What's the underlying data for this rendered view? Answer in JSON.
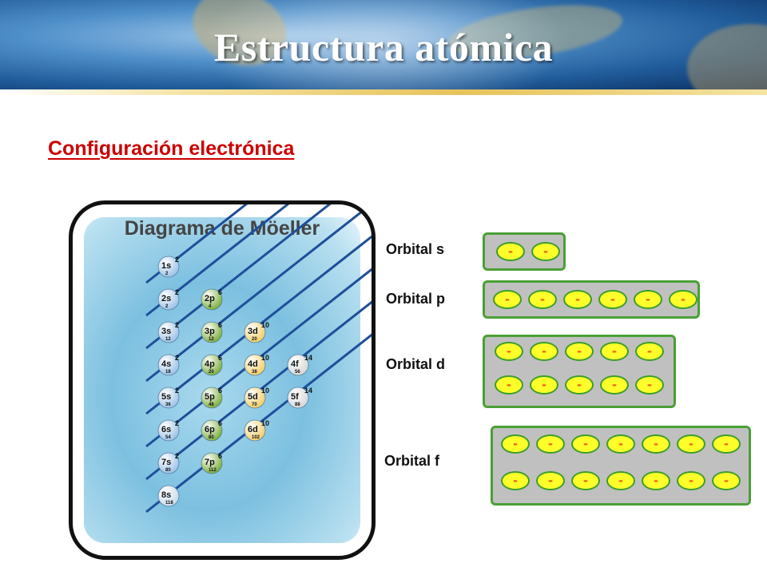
{
  "header": {
    "title": "Estructura atómica"
  },
  "subtitle": "Configuración electrónica",
  "moeller": {
    "title": "Diagrama de Möeller",
    "rows": [
      [
        {
          "orb": "1s",
          "sup": "2",
          "num": "2",
          "color": "#9fc4e8"
        }
      ],
      [
        {
          "orb": "2s",
          "sup": "2",
          "num": "2",
          "color": "#9fc4e8"
        },
        {
          "orb": "2p",
          "sup": "6",
          "num": "4",
          "color": "#7fb040"
        }
      ],
      [
        {
          "orb": "3s",
          "sup": "2",
          "num": "12",
          "color": "#9fc4e8"
        },
        {
          "orb": "3p",
          "sup": "6",
          "num": "12",
          "color": "#7fb040"
        },
        {
          "orb": "3d",
          "sup": "10",
          "num": "20",
          "color": "#f2cf6a"
        }
      ],
      [
        {
          "orb": "4s",
          "sup": "2",
          "num": "18",
          "color": "#9fc4e8"
        },
        {
          "orb": "4p",
          "sup": "6",
          "num": "20",
          "color": "#7fb040"
        },
        {
          "orb": "4d",
          "sup": "10",
          "num": "38",
          "color": "#f2cf6a"
        },
        {
          "orb": "4f",
          "sup": "14",
          "num": "56",
          "color": "#d8d8d8"
        }
      ],
      [
        {
          "orb": "5s",
          "sup": "2",
          "num": "36",
          "color": "#9fc4e8"
        },
        {
          "orb": "5p",
          "sup": "6",
          "num": "48",
          "color": "#7fb040"
        },
        {
          "orb": "5d",
          "sup": "10",
          "num": "70",
          "color": "#f2cf6a"
        },
        {
          "orb": "5f",
          "sup": "14",
          "num": "88",
          "color": "#d8d8d8"
        }
      ],
      [
        {
          "orb": "6s",
          "sup": "2",
          "num": "54",
          "color": "#9fc4e8"
        },
        {
          "orb": "6p",
          "sup": "6",
          "num": "80",
          "color": "#7fb040"
        },
        {
          "orb": "6d",
          "sup": "10",
          "num": "102",
          "color": "#f2cf6a"
        }
      ],
      [
        {
          "orb": "7s",
          "sup": "2",
          "num": "80",
          "color": "#9fc4e8"
        },
        {
          "orb": "7p",
          "sup": "6",
          "num": "112",
          "color": "#7fb040"
        }
      ],
      [
        {
          "orb": "8s",
          "sup": "",
          "num": "118",
          "color": "#c8dcec"
        }
      ]
    ]
  },
  "orbitals": [
    {
      "label": "Orbital s",
      "rows": 1,
      "count": 2
    },
    {
      "label": "Orbital p",
      "rows": 1,
      "count": 6
    },
    {
      "label": "Orbital d",
      "rows": 2,
      "count": 5
    },
    {
      "label": "Orbital f",
      "rows": 2,
      "count": 7
    }
  ],
  "electron_symbol": "-",
  "colors": {
    "title_red": "#cc0000",
    "box_border": "#49a035",
    "box_fill": "#c0c0c0",
    "electron_fill": "#ffff2a",
    "electron_text": "#e8651a"
  }
}
